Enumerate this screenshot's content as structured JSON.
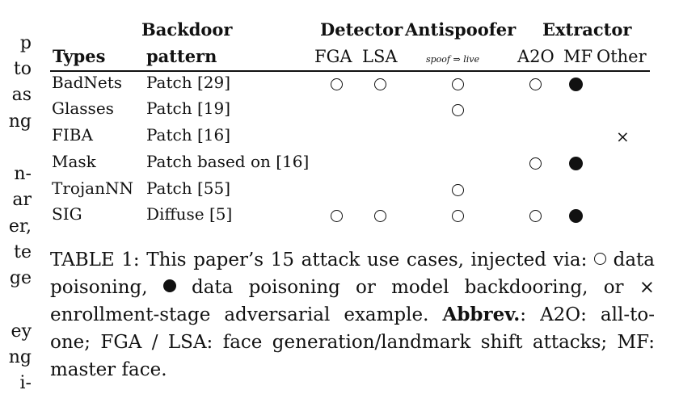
{
  "left_fragments": [
    "p",
    "to",
    "as",
    "ng",
    "n-",
    "ar",
    "er,",
    "te",
    "ge",
    "ey",
    "ng",
    "i-"
  ],
  "table": {
    "groups": {
      "backdoor": "Backdoor",
      "detector": "Detector",
      "antispoofer": "Antispoofer",
      "extractor": "Extractor"
    },
    "columns": {
      "types": "Types",
      "pattern": "pattern",
      "fga": "FGA",
      "lsa": "LSA",
      "spoof": "spoof ⇒ live",
      "a2o": "A2O",
      "mf": "MF",
      "other": "Other"
    },
    "rows": [
      {
        "type": "BadNets",
        "pattern": "Patch [29]",
        "fga": "open",
        "lsa": "open",
        "spoof": "open",
        "a2o": "open",
        "mf": "filled",
        "other": ""
      },
      {
        "type": "Glasses",
        "pattern": "Patch [19]",
        "fga": "",
        "lsa": "",
        "spoof": "open",
        "a2o": "",
        "mf": "",
        "other": ""
      },
      {
        "type": "FIBA",
        "pattern": "Patch [16]",
        "fga": "",
        "lsa": "",
        "spoof": "",
        "a2o": "",
        "mf": "",
        "other": "cross"
      },
      {
        "type": "Mask",
        "pattern": "Patch based on [16]",
        "fga": "",
        "lsa": "",
        "spoof": "",
        "a2o": "open",
        "mf": "filled",
        "other": ""
      },
      {
        "type": "TrojanNN",
        "pattern": "Patch [55]",
        "fga": "",
        "lsa": "",
        "spoof": "open",
        "a2o": "",
        "mf": "",
        "other": ""
      },
      {
        "type": "SIG",
        "pattern": "Diffuse [5]",
        "fga": "open",
        "lsa": "open",
        "spoof": "open",
        "a2o": "open",
        "mf": "filled",
        "other": ""
      }
    ]
  },
  "caption": {
    "label": "TABLE 1:",
    "intro": "This paper’s 15 attack use cases, injected via:",
    "open_text": "data poisoning,",
    "filled_text": "data poisoning or model backdooring, or",
    "cross_symbol": "×",
    "cross_text": "enrollment-stage adversarial example.",
    "abbrev_label": "Abbrev.",
    "abbrev_text": ": A2O: all-to-one; FGA / LSA: face generation/landmark shift attacks; MF: master face."
  }
}
